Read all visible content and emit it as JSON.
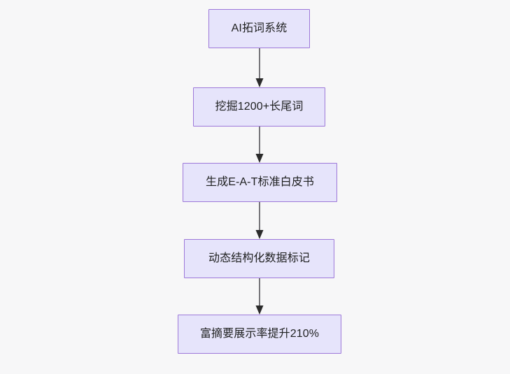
{
  "diagram": {
    "type": "flowchart",
    "orientation": "top-to-bottom",
    "background_color": "#f7f7f8",
    "node_fill_color": "#e6e4fb",
    "node_border_color": "#9d78d9",
    "edge_color": "#77767b",
    "text_color": "#1f2020",
    "nodes": [
      {
        "id": "n1",
        "label": "AI拓词系统"
      },
      {
        "id": "n2",
        "label": "挖掘1200+长尾词"
      },
      {
        "id": "n3",
        "label": "生成E-A-T标准白皮书"
      },
      {
        "id": "n4",
        "label": "动态结构化数据标记"
      },
      {
        "id": "n5",
        "label": "富摘要展示率提升210%"
      }
    ],
    "edges": [
      {
        "id": "e1",
        "from": "n1",
        "to": "n2",
        "label": "",
        "arrowhead": "filled-triangle"
      },
      {
        "id": "e2",
        "from": "n2",
        "to": "n3",
        "label": "",
        "arrowhead": "filled-triangle"
      },
      {
        "id": "e3",
        "from": "n3",
        "to": "n4",
        "label": "",
        "arrowhead": "filled-triangle"
      },
      {
        "id": "e4",
        "from": "n4",
        "to": "n5",
        "label": "",
        "arrowhead": "filled-triangle"
      }
    ]
  }
}
